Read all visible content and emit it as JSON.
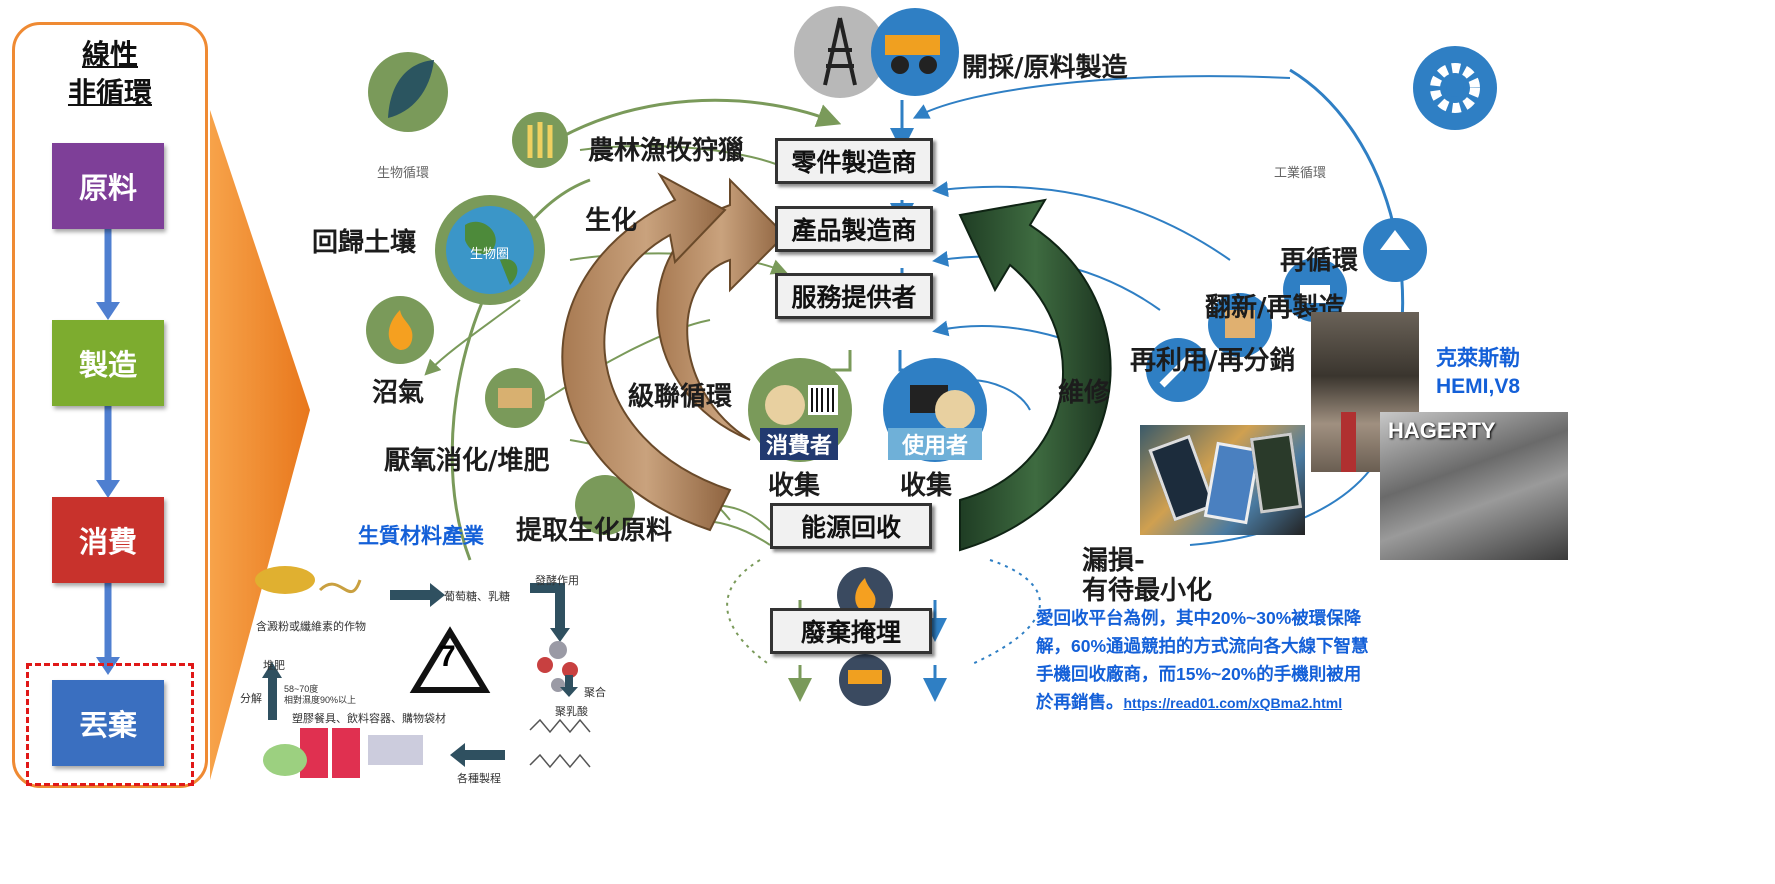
{
  "linear": {
    "title_line1": "線性",
    "title_line2": "非循環",
    "steps": [
      "原料",
      "製造",
      "消費",
      "丟棄"
    ],
    "step_colors": [
      "#7e3f98",
      "#7dac2f",
      "#c8322c",
      "#3a6fc0"
    ]
  },
  "diagram": {
    "top_label": "開採/原料製造",
    "boxes": {
      "parts": "零件製造商",
      "product": "產品製造商",
      "service": "服務提供者",
      "energy": "能源回收",
      "landfill": "廢棄掩埋"
    },
    "bio_cycle": "生物循環",
    "industrial_cycle": "工業循環",
    "biosphere": "生物圈",
    "left_labels": {
      "farming": "農林漁牧狩獵",
      "return_soil": "回歸土壤",
      "biogas": "沼氣",
      "anaerobic": "厭氧消化/堆肥",
      "cascade": "級聯循環",
      "extract": "提取生化原料",
      "partial": "生化"
    },
    "right_labels": {
      "recycle": "再循環",
      "refurbish": "翻新/再製造",
      "reuse": "再利用/再分銷",
      "repair": "維修",
      "leak_line1": "漏損-",
      "leak_line2": "有待最小化"
    },
    "consumer": "消費者",
    "user": "使用者",
    "collect_left": "收集",
    "collect_right": "收集"
  },
  "bio_material": {
    "title": "生質材料產業",
    "crop": "含澱粉或纖維素的作物",
    "sugar": "葡萄糖、乳糖",
    "ferment": "發酵作用",
    "polymer": "聚合",
    "pla": "聚乳酸",
    "products": "各種製程",
    "uses": "塑膠餐具、飲料容器、購物袋材",
    "compost": "堆肥",
    "decompose": "分解",
    "condition_line1": "58~70度",
    "condition_line2": "相對濕度90%以上",
    "recycle_code": "7"
  },
  "engine": {
    "caption_line1": "克萊斯勒",
    "caption_line2": "HEMI,V8",
    "photo_text": "HAGERTY"
  },
  "note": {
    "line1": "愛回收平台為例，其中20%~30%被環保降",
    "line2": "解，60%通過競拍的方式流向各大線下智慧",
    "line3": "手機回收廠商，而15%~20%的手機則被用",
    "line4": "於再銷售。",
    "link": "https://read01.com/xQBma2.html"
  },
  "colors": {
    "orange": "#ef8a33",
    "bio_green": "#7a9a5a",
    "tech_blue": "#2f7fc4",
    "note_blue": "#1460d8"
  }
}
